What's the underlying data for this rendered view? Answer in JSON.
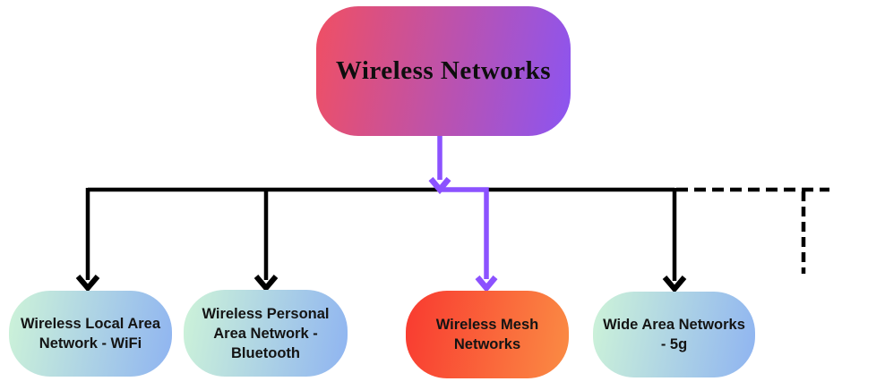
{
  "diagram": {
    "title": "Wireless Networks hierarchy diagram",
    "colors": {
      "connector_black": "#000000",
      "connector_purple": "#8c52ff",
      "background": "#ffffff",
      "text": "#141414"
    },
    "root": {
      "label": "Wireless Networks",
      "gradient": {
        "angle": "100deg",
        "from": "#f04f63",
        "to": "#8b55f2"
      }
    },
    "children": [
      {
        "label": "Wireless Local Area Network - WiFi",
        "lines": [
          "Wireless Local Area",
          "Network - WiFi"
        ],
        "gradient": {
          "angle": "100deg",
          "from": "#cdf3d8",
          "to": "#8fb4f1"
        },
        "connector": "solid-black-arrow"
      },
      {
        "label": "Wireless Personal Area Network - Bluetooth",
        "lines": [
          "Wireless Personal",
          "Area Network -",
          "Bluetooth"
        ],
        "gradient": {
          "angle": "100deg",
          "from": "#cdf3d8",
          "to": "#8fb4f1"
        },
        "connector": "solid-black-arrow"
      },
      {
        "label": "Wireless Mesh Networks",
        "lines": [
          "Wireless Mesh",
          "Networks"
        ],
        "gradient": {
          "angle": "100deg",
          "from": "#f93a30",
          "to": "#fa8c44"
        },
        "connector": "purple-elbow-arrow"
      },
      {
        "label": "Wide Area Networks - 5g",
        "lines": [
          "Wide Area Networks",
          "- 5g"
        ],
        "gradient": {
          "angle": "100deg",
          "from": "#cdf3d8",
          "to": "#8fb4f1"
        },
        "connector": "solid-black-arrow"
      }
    ],
    "unfinished_branch": {
      "style": "dashed-black",
      "note": ""
    }
  }
}
